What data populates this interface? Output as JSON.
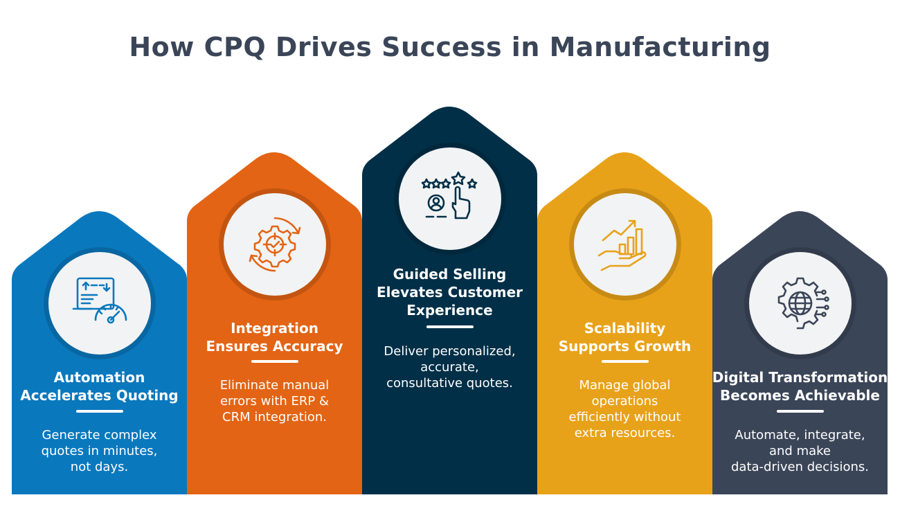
{
  "title": "How CPQ Drives Success in Manufacturing",
  "pillars": [
    {
      "title": "Automation\nAccelerates Quoting",
      "description": "Generate complex\nquotes in minutes,\nnot days.",
      "icon": "speedometer-document-icon",
      "color": "#0a78bd"
    },
    {
      "title": "Integration\nEnsures Accuracy",
      "description": "Eliminate manual\nerrors with ERP &\nCRM integration.",
      "icon": "gear-target-icon",
      "color": "#e36414"
    },
    {
      "title": "Guided Selling\nElevates Customer\nExperience",
      "description": "Deliver personalized,\naccurate,\nconsultative quotes.",
      "icon": "star-rating-hand-icon",
      "color": "#012f47"
    },
    {
      "title": "Scalability\nSupports Growth",
      "description": "Manage global\noperations\nefficiently without\nextra resources.",
      "icon": "growth-chart-hand-icon",
      "color": "#e8a219"
    },
    {
      "title": "Digital Transformation\nBecomes Achievable",
      "description": "Automate, integrate,\nand make\ndata-driven decisions.",
      "icon": "globe-gear-circuit-icon",
      "color": "#3b4558"
    }
  ]
}
